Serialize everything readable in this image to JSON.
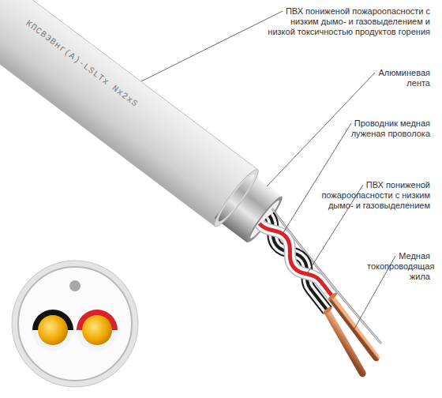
{
  "diagram": {
    "labels": [
      "КПСВЭВнг(А)-LSLTx  Nx2xS",
      "ПВХ пониженой пожароопасности с низким дымо- и газовыделением и низкой токсичностью продуктов горения",
      "Алюминевая лента",
      "Проводник медная луженая проволока",
      "ПВХ пониженой пожароопасности с низким дымо- и газовыделением",
      "Медная токопроводящая жила"
    ]
  }
}
